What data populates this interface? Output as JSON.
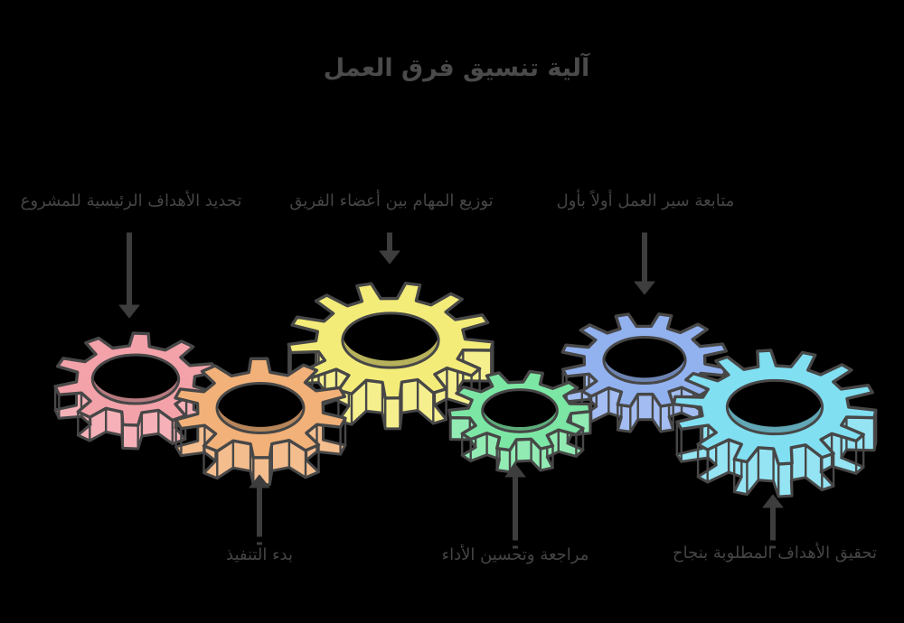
{
  "title": "آلية تنسيق فرق العمل",
  "colors": {
    "background": "#000000",
    "outline": "#474747",
    "text": "#4a4a4a",
    "arrow": "#3d3d3d"
  },
  "labels": {
    "top_left": "تحديد الأهداف الرئيسية للمشروع",
    "top_middle": "توزيع المهام بين أعضاء الفريق",
    "top_right": "متابعة سير العمل أولاً بأول",
    "bottom_left": "بدء التنفيذ",
    "bottom_middle": "مراجعة وتحسين الأداء",
    "bottom_right": "تحقيق الأهداف المطلوبة بنجاح"
  },
  "gears": [
    {
      "name": "pink",
      "color": "#f3a2a9"
    },
    {
      "name": "orange",
      "color": "#f2b178"
    },
    {
      "name": "yellow",
      "color": "#f4ec79"
    },
    {
      "name": "green",
      "color": "#7ce7a4"
    },
    {
      "name": "blue",
      "color": "#92b1ef"
    },
    {
      "name": "cyan",
      "color": "#81dff2"
    }
  ]
}
